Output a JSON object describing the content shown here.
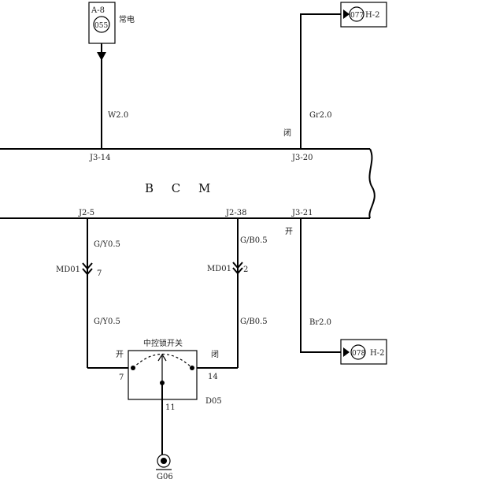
{
  "module": {
    "name": "B C M"
  },
  "power_connector": {
    "id": "A-8",
    "pin": "055",
    "note": "常电"
  },
  "top_left_wire": {
    "color_size": "W2.0",
    "pin": "J3-14"
  },
  "top_right_wire": {
    "color_size": "Gr2.0",
    "state": "闭",
    "pin": "J3-20",
    "dest_pin": "077",
    "dest": "H-2"
  },
  "bottom_right_wire": {
    "color_size": "Br2.0",
    "state": "开",
    "pin": "J3-21",
    "dest_pin": "078",
    "dest": "H-2"
  },
  "left_lower_wire": {
    "pin": "J2-5",
    "color_size": "G/Y0.5",
    "connector": "MD01",
    "conn_pin": "7"
  },
  "right_lower_wire": {
    "pin": "J2-38",
    "color_size": "G/B0.5",
    "connector": "MD01",
    "conn_pin": "2"
  },
  "switch": {
    "title": "中控锁开关",
    "open_label": "开",
    "close_label": "闭",
    "pin_left": "7",
    "pin_right": "14",
    "pin_bottom": "11",
    "id": "D05"
  },
  "ground": {
    "id": "G06"
  }
}
